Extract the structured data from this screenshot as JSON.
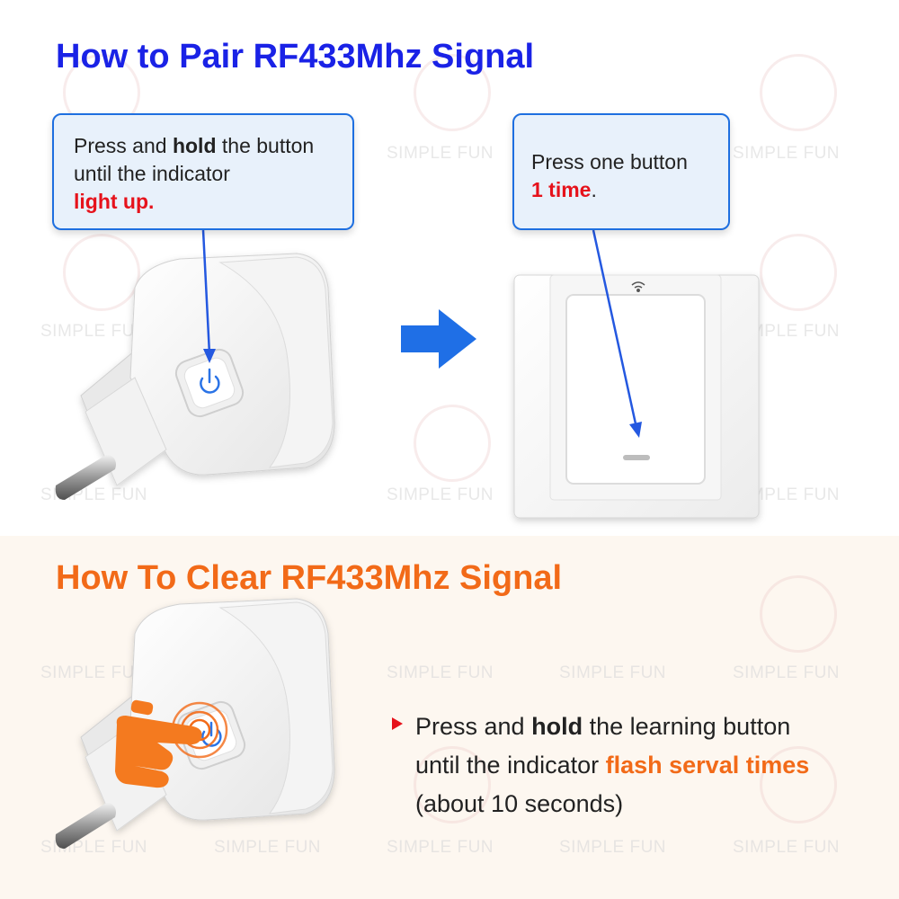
{
  "pair_section": {
    "title": "How to Pair RF433Mhz Signal",
    "callout_plug": {
      "line1_pre": "Press and ",
      "line1_bold": "hold",
      "line1_post": " the button",
      "line2": "until the indicator",
      "line3": "light up."
    },
    "callout_switch": {
      "line1": "Press one button",
      "line2_highlight": "1 time",
      "line2_post": "."
    }
  },
  "clear_section": {
    "title": "How To Clear RF433Mhz Signal",
    "instruction": {
      "line1_pre": "Press and ",
      "line1_bold": "hold",
      "line1_post": " the learning button",
      "line2_pre": "until the indicator ",
      "line2_highlight": "flash serval times",
      "line3": "(about 10 seconds)"
    }
  },
  "watermark": "SIMPLE FUN",
  "colors": {
    "pair_title": "#1a22e6",
    "clear_title": "#f26a18",
    "highlight_red": "#e6121b",
    "highlight_orange": "#f26a18",
    "callout_border": "#1e6fe0",
    "arrow": "#1e6fe0"
  },
  "icons": [
    "power-icon",
    "wifi-icon",
    "hand-pointer-icon",
    "right-arrow-icon"
  ]
}
